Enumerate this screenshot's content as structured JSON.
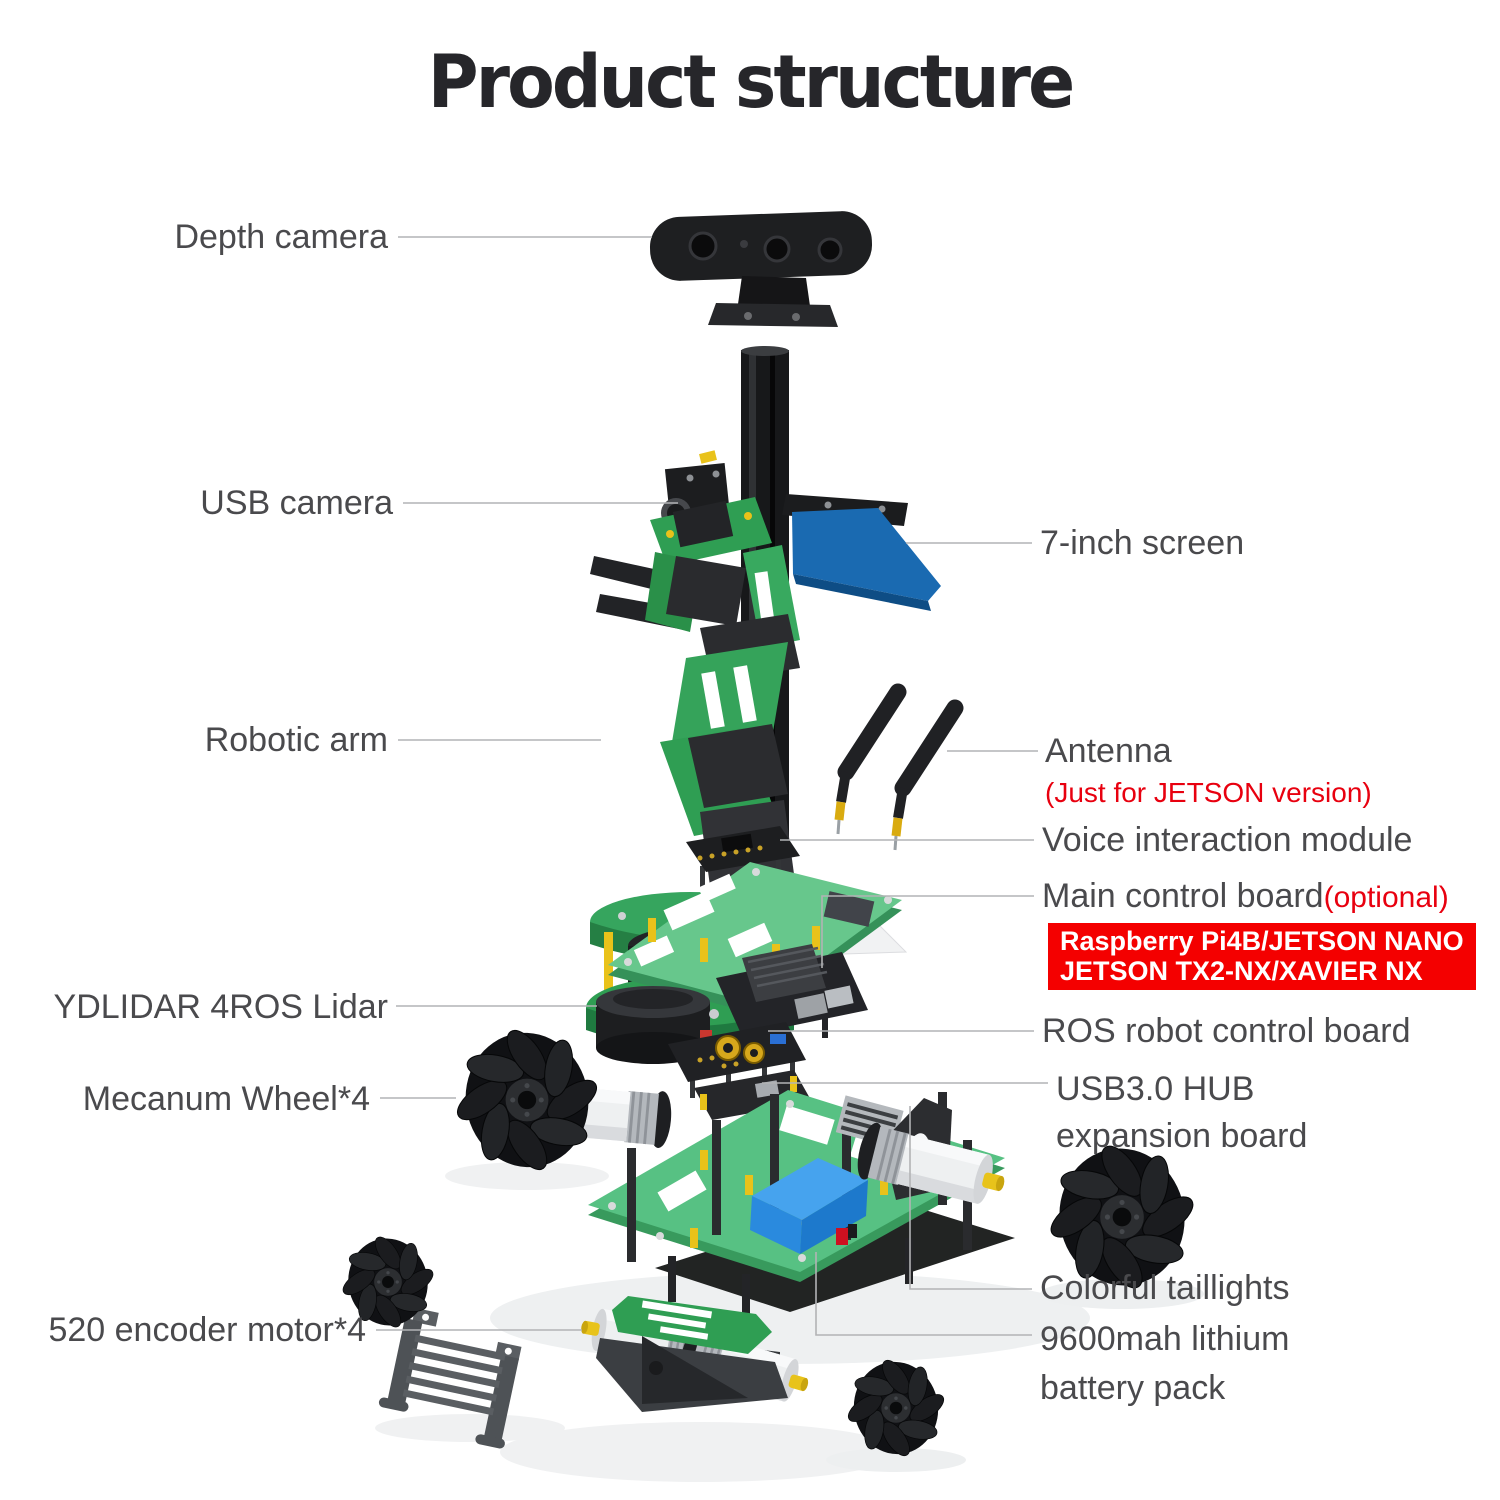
{
  "title": "Product structure",
  "colors": {
    "accent_red": "#e8000f",
    "accent_red_box": "#f40000",
    "label_gray": "#4a4a4d",
    "callout_line_gray": "#b2b3b5",
    "robot_green": "#2f9e53",
    "screen_blue": "#1a6ab1",
    "battery_blue": "#2f8fe0"
  },
  "labels_left": [
    {
      "id": "depth-camera",
      "text": "Depth camera"
    },
    {
      "id": "usb-camera",
      "text": "USB camera"
    },
    {
      "id": "robotic-arm",
      "text": "Robotic arm"
    },
    {
      "id": "lidar",
      "text": "YDLIDAR 4ROS Lidar"
    },
    {
      "id": "mecanum-wheel",
      "text": "Mecanum Wheel*4"
    },
    {
      "id": "encoder-motor",
      "text": "520 encoder motor*4"
    }
  ],
  "labels_right": {
    "screen": "7-inch screen",
    "antenna": "Antenna",
    "antenna_note": "(Just for JETSON version)",
    "voice_module": "Voice interaction module",
    "main_board": "Main control board",
    "main_board_note": "(optional)",
    "main_board_box_line1": "Raspberry Pi4B/JETSON NANO",
    "main_board_box_line2": "JETSON TX2-NX/XAVIER NX",
    "ros_board": "ROS robot control board",
    "usb_hub_line1": "USB3.0 HUB",
    "usb_hub_line2": "expansion board",
    "taillights": "Colorful taillights",
    "battery_line1": "9600mah lithium",
    "battery_line2": "battery pack"
  }
}
